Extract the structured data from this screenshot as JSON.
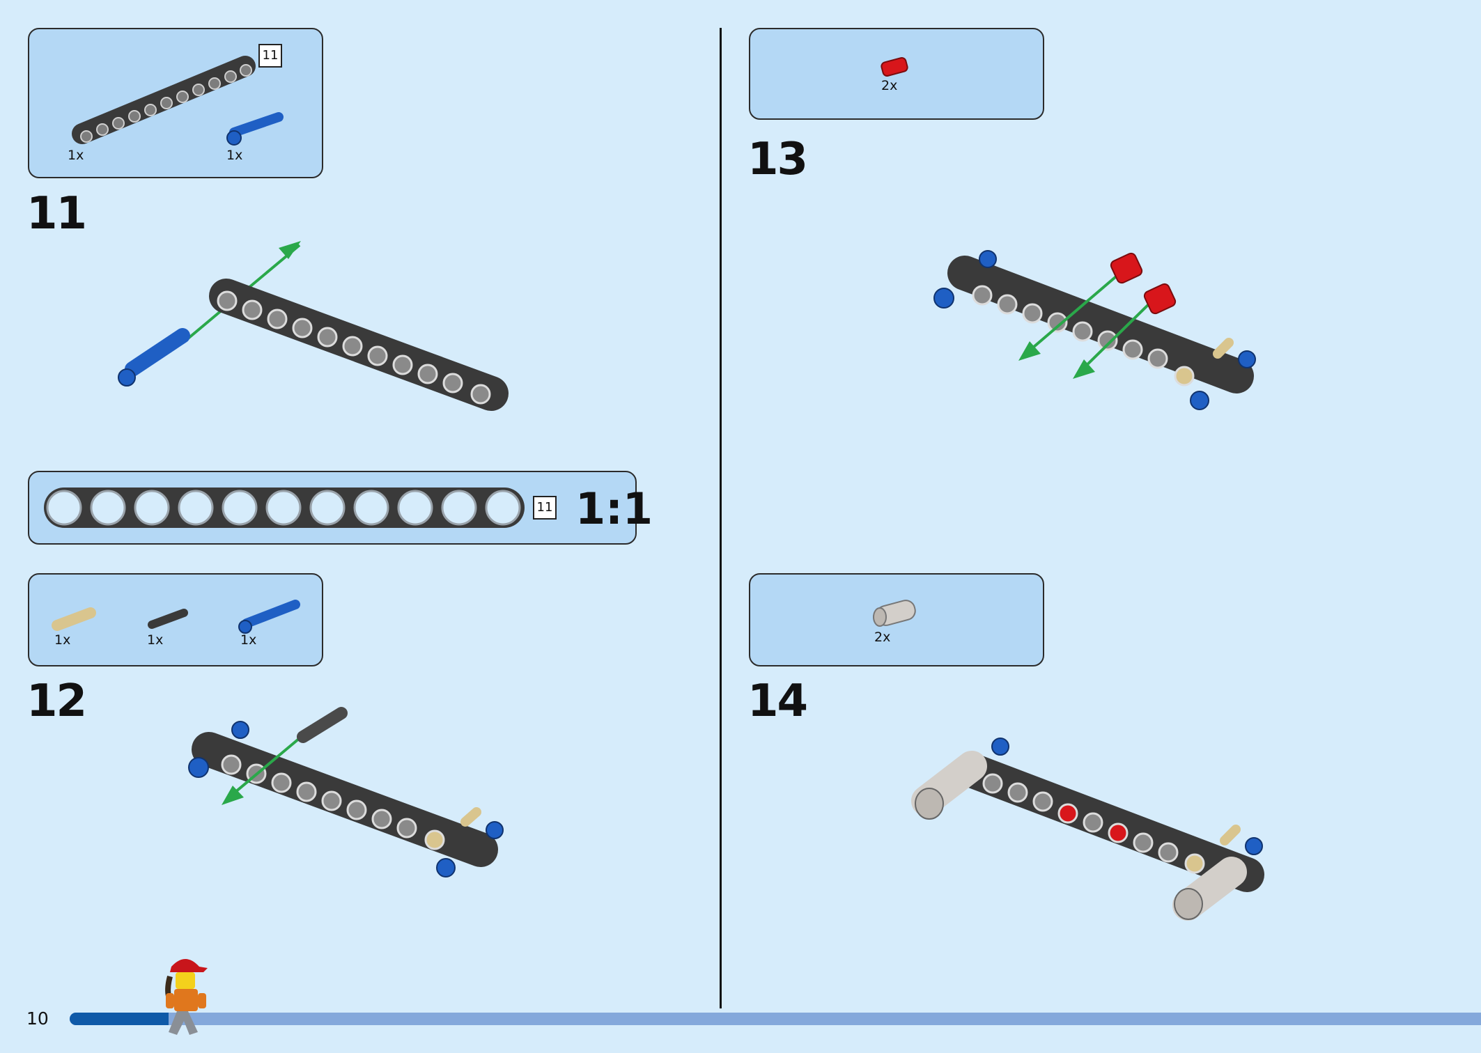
{
  "page": {
    "number": "10",
    "progress": 0.07
  },
  "colors": {
    "background": "#d6ecfb",
    "callout": "#b4d8f5",
    "beam": "#3a3a3a",
    "pin_blue": "#1f5fc4",
    "pin_red": "#d8161b",
    "pin_tan": "#d9c58e",
    "arrow": "#2aa84a",
    "progress_done": "#0f5aa8",
    "progress_rest": "#84a8db"
  },
  "steps": {
    "s11": {
      "number": "11",
      "parts": [
        {
          "icon": "beam-11-icon",
          "qty": "1x",
          "tag": "11"
        },
        {
          "icon": "blue-axle-pin-icon",
          "qty": "1x"
        }
      ]
    },
    "s12": {
      "number": "12",
      "parts": [
        {
          "icon": "tan-axle-pin-icon",
          "qty": "1x"
        },
        {
          "icon": "black-pin-icon",
          "qty": "1x"
        },
        {
          "icon": "blue-axle-pin-icon",
          "qty": "1x"
        }
      ]
    },
    "s13": {
      "number": "13",
      "parts": [
        {
          "icon": "red-bush-icon",
          "qty": "2x"
        }
      ]
    },
    "s14": {
      "number": "14",
      "parts": [
        {
          "icon": "grey-angle-connector-icon",
          "qty": "2x"
        }
      ]
    }
  },
  "scale": {
    "label": "1:1",
    "tag": "11"
  }
}
